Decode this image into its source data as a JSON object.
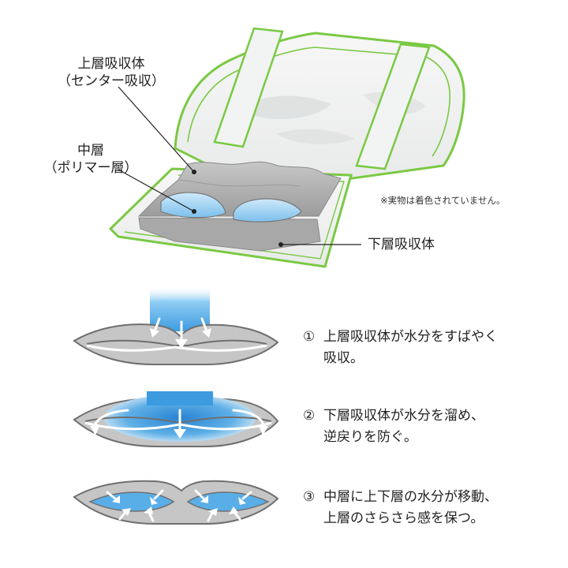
{
  "labels": {
    "upper_layer": [
      "上層吸収体",
      "（センター吸収）"
    ],
    "middle_layer": [
      "中層",
      "（ポリマー層）"
    ],
    "lower_layer": "下層吸収体",
    "note": "※実物は着色されていません。"
  },
  "steps": [
    {
      "number": "①",
      "lines": [
        "上層吸収体が水分をすばやく",
        "吸収。"
      ]
    },
    {
      "number": "②",
      "lines": [
        "下層吸収体が水分を溜め、",
        "逆戻りを防ぐ。"
      ]
    },
    {
      "number": "③",
      "lines": [
        "中層に上下層の水分が移動、",
        "上層のさらさら感を保つ。"
      ]
    }
  ],
  "colors": {
    "outline_green": "#7ac943",
    "absorbent_gray": "#b5b5b5",
    "water_blue": "#3d9be0",
    "polymer_blue": "#9fd0f0"
  }
}
